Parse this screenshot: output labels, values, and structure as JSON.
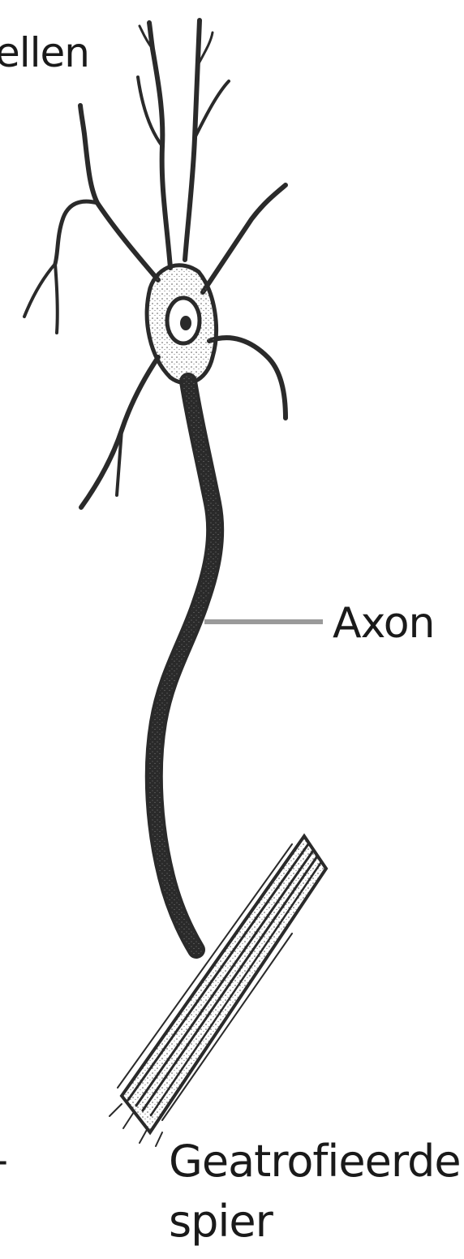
{
  "labels": {
    "top_partial": "ellen",
    "axon": "Axon",
    "muscle_line1": "Geatrofieerde",
    "muscle_line2": "spier",
    "left_mark": "-"
  },
  "colors": {
    "ink": "#2a2a2a",
    "pointer": "#9a9a9a",
    "background": "#ffffff"
  }
}
